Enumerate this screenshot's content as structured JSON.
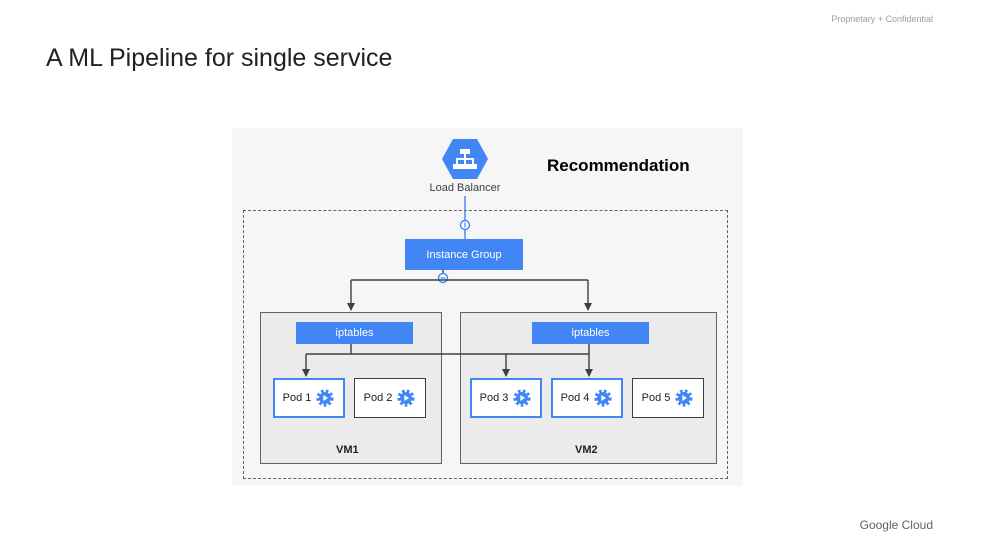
{
  "header": {
    "confidential": "Proprietary + Confidential",
    "title": "A ML Pipeline for single service"
  },
  "diagram": {
    "load_balancer_label": "Load Balancer",
    "service_label": "Recommendation",
    "instance_group_label": "Instance Group",
    "iptables_label": "iptables",
    "vms": [
      {
        "label": "VM1"
      },
      {
        "label": "VM2"
      }
    ],
    "pods": [
      {
        "label": "Pod 1",
        "receives_traffic": true
      },
      {
        "label": "Pod 2",
        "receives_traffic": false
      },
      {
        "label": "Pod 3",
        "receives_traffic": true
      },
      {
        "label": "Pod 4",
        "receives_traffic": true
      },
      {
        "label": "Pod 5",
        "receives_traffic": false
      }
    ],
    "colors": {
      "accent": "#4285f4",
      "line": "#3c4043",
      "vm_fill": "#ebebeb"
    },
    "icons": {
      "load_balancer": "load-balancer-hexagon-icon",
      "pod": "gear-play-icon"
    }
  },
  "footer": {
    "brand": "Google Cloud"
  }
}
